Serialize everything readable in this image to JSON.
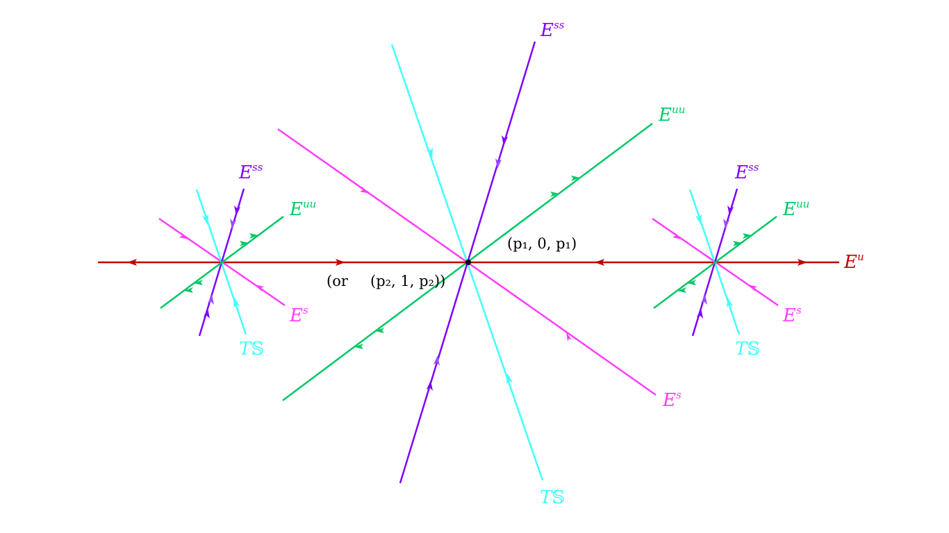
{
  "colors": {
    "unstable": "#c00000",
    "strong_unstable": "#00c864",
    "strong_stable": "#7f00ff",
    "stable": "#ff3cff",
    "tangent_s": "#40ffff"
  },
  "labels": {
    "center": {
      "ess_base": "E",
      "ess_sup": "ss",
      "euu_base": "E",
      "euu_sup": "uu",
      "es_base": "E",
      "es_sup": "s",
      "ts_base": "T",
      "ts_sym": "𝕊"
    },
    "left": {
      "ess_base": "E",
      "ess_sup": "ss",
      "euu_base": "E",
      "euu_sup": "uu",
      "es_base": "E",
      "es_sup": "s",
      "ts_base": "T",
      "ts_sym": "𝕊"
    },
    "right": {
      "ess_base": "E",
      "ess_sup": "ss",
      "euu_base": "E",
      "euu_sup": "uu",
      "es_base": "E",
      "es_sup": "s",
      "ts_base": "T",
      "ts_sym": "𝕊"
    },
    "eu_base": "E",
    "eu_sup": "u",
    "point_p1": "(p₁, 0, p₁)",
    "or_text": "(or",
    "point_p2": "(p₂, 1, p₂))"
  }
}
